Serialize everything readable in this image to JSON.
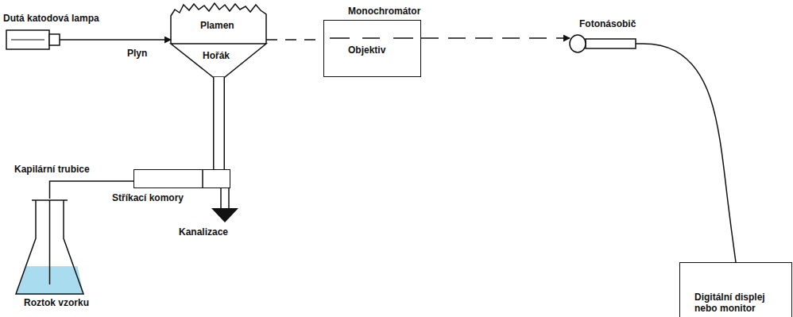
{
  "diagram": {
    "nodes": [
      {
        "text": [
          "Dutá katodová lampa"
        ]
      },
      {
        "text": [
          "Plamen"
        ]
      },
      {
        "text": [
          "Hořák"
        ]
      },
      {
        "text": [
          "Monochromátor",
          "Objektiv"
        ]
      },
      {
        "text": [
          "Fotonásobič"
        ]
      },
      {
        "text": [
          "Stříkací komory"
        ]
      },
      {
        "text": [
          "Roztok vzorku"
        ]
      },
      {
        "text": [
          "Digitální displej nebo monitor"
        ]
      }
    ],
    "edges": [
      {
        "from": 0,
        "to": 1,
        "arrow": "to"
      },
      {
        "from": 1,
        "to": 3,
        "arrow": "none"
      },
      {
        "from": 3,
        "to": 4,
        "arrow": "to"
      },
      {
        "from": 4,
        "to": 7,
        "arrow": "none"
      },
      {
        "from": 6,
        "to": 5,
        "arrow": "none"
      },
      {
        "from": 5,
        "to": 2,
        "arrow": "none"
      }
    ],
    "labels": [
      "Plyn",
      "Kapilární trubice",
      "Kanalizace"
    ]
  }
}
